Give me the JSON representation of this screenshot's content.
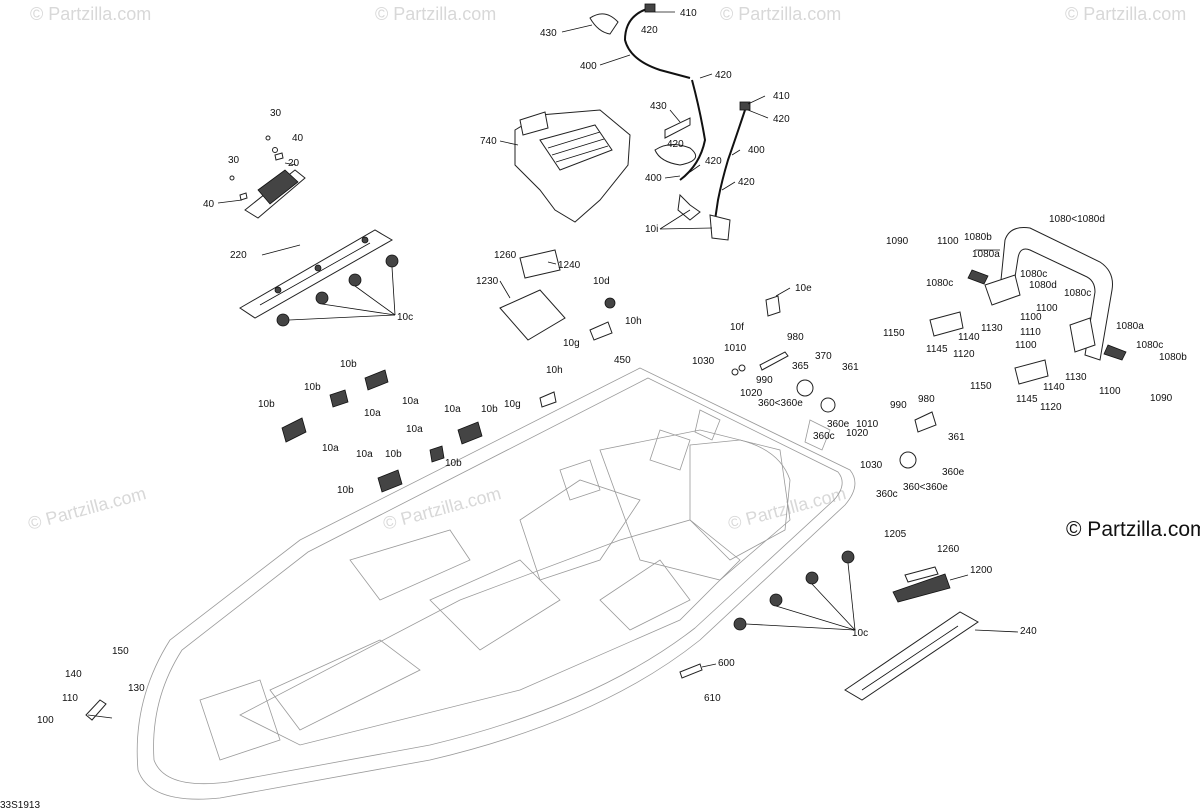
{
  "copyright": "© Partzilla.com",
  "watermark": "© Partzilla.com",
  "drawing_code": "33S1913",
  "callouts": {
    "c430a": "430",
    "c410a": "410",
    "c420a": "420",
    "c400a": "400",
    "c420b": "420",
    "c410b": "410",
    "c420c": "420",
    "c430b": "430",
    "c420d": "420",
    "c400b": "400",
    "c420e": "420",
    "c400c": "400",
    "c420f": "420",
    "c740": "740",
    "c10i": "10i",
    "c30a": "30",
    "c40a": "40",
    "c30b": "30",
    "c20": "20",
    "c40b": "40",
    "c220": "220",
    "c10c_a": "10c",
    "c1260a": "1260",
    "c1240": "1240",
    "c1230": "1230",
    "c10d": "10d",
    "c10h_a": "10h",
    "c10g_a": "10g",
    "c450": "450",
    "c10e": "10e",
    "c10f": "10f",
    "c980a": "980",
    "c1010a": "1010",
    "c1030a": "1030",
    "c990a": "990",
    "c1020a": "1020",
    "c365": "365",
    "c370": "370",
    "c361a": "361",
    "c360_360e_a": "360<360e",
    "c360e_a": "360e",
    "c360c_a": "360c",
    "c10h_b": "10h",
    "c10g_b": "10g",
    "c10b_1": "10b",
    "c10b_2": "10b",
    "c10a_1": "10a",
    "c10a_2": "10a",
    "c10b_3": "10b",
    "c10a_3": "10a",
    "c10a_4": "10a",
    "c10b_4": "10b",
    "c10a_5": "10a",
    "c10a_6": "10a",
    "c10b_5": "10b",
    "c10b_6": "10b",
    "c10b_7": "10b",
    "c990b": "990",
    "c980b": "980",
    "c1010b": "1010",
    "c1020b": "1020",
    "c361b": "361",
    "c1030b": "1030",
    "c360e_b": "360e",
    "c360c_b": "360c",
    "c360_360e_b": "360<360e",
    "c1090a": "1090",
    "c1100a": "1100",
    "c1080b_a": "1080b",
    "c1080a_a": "1080a",
    "c1080_1080d": "1080<1080d",
    "c1080c_a": "1080c",
    "c1080c_b": "1080c",
    "c1080d_a": "1080d",
    "c1100b": "1100",
    "c1080c_c": "1080c",
    "c1150a": "1150",
    "c1140a": "1140",
    "c1130a": "1130",
    "c1110": "1110",
    "c1145a": "1145",
    "c1120a": "1120",
    "c1080a_b": "1080a",
    "c1100c": "1100",
    "c1080c_d": "1080c",
    "c1080b_b": "1080b",
    "c1150b": "1150",
    "c1140b": "1140",
    "c1130b": "1130",
    "c1145b": "1145",
    "c1120b": "1120",
    "c1100d": "1100",
    "c1090b": "1090",
    "c1205": "1205",
    "c1260b": "1260",
    "c1200": "1200",
    "c240": "240",
    "c10c_b": "10c",
    "c600": "600",
    "c610": "610",
    "c150": "150",
    "c140": "140",
    "c130": "130",
    "c110": "110",
    "c100": "100"
  }
}
